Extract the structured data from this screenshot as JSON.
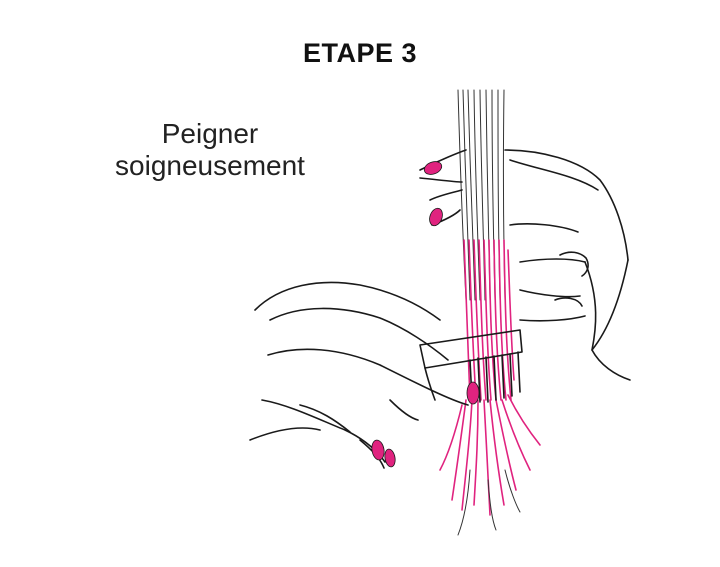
{
  "step": {
    "title": "ETAPE 3"
  },
  "instruction": {
    "line1": "Peigner",
    "line2": "soigneusement"
  },
  "colors": {
    "accent_pink": "#e0237f",
    "ink": "#1a1a1a",
    "background": "#ffffff"
  },
  "illustration": {
    "subject": "hands combing hair strand with a comb",
    "icon": "combing-hands-icon"
  }
}
